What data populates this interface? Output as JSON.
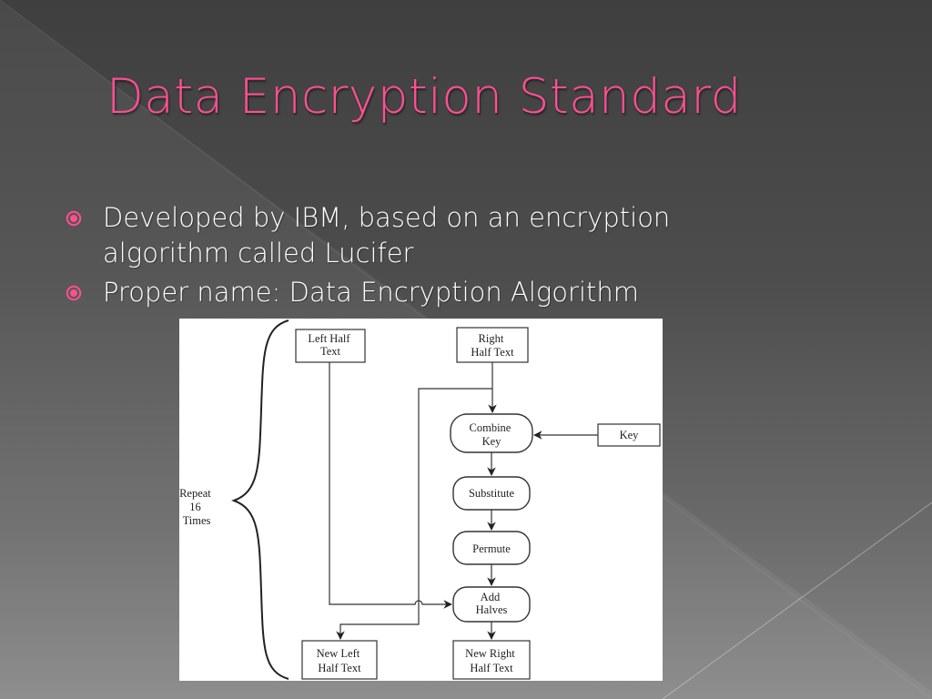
{
  "slide": {
    "title": "Data Encryption Standard",
    "accent_color": "#ff4f93",
    "bullet_icon": "radio-dot-icon",
    "bullets": [
      {
        "line1": "Developed by IBM, based on an encryption",
        "line2": "algorithm called Lucifer"
      },
      {
        "line1": "Proper name: Data Encryption Algorithm"
      }
    ]
  },
  "diagram": {
    "repeat_label": [
      "Repeat",
      "16",
      "Times"
    ],
    "nodes": {
      "left_half": [
        "Left Half",
        "Text"
      ],
      "right_half": [
        "Right",
        "Half Text"
      ],
      "combine_key": [
        "Combine",
        "Key"
      ],
      "key": [
        "Key"
      ],
      "substitute": [
        "Substitute"
      ],
      "permute": [
        "Permute"
      ],
      "add_halves": [
        "Add",
        "Halves"
      ],
      "new_left": [
        "New Left",
        "Half Text"
      ],
      "new_right": [
        "New Right",
        "Half Text"
      ]
    }
  }
}
